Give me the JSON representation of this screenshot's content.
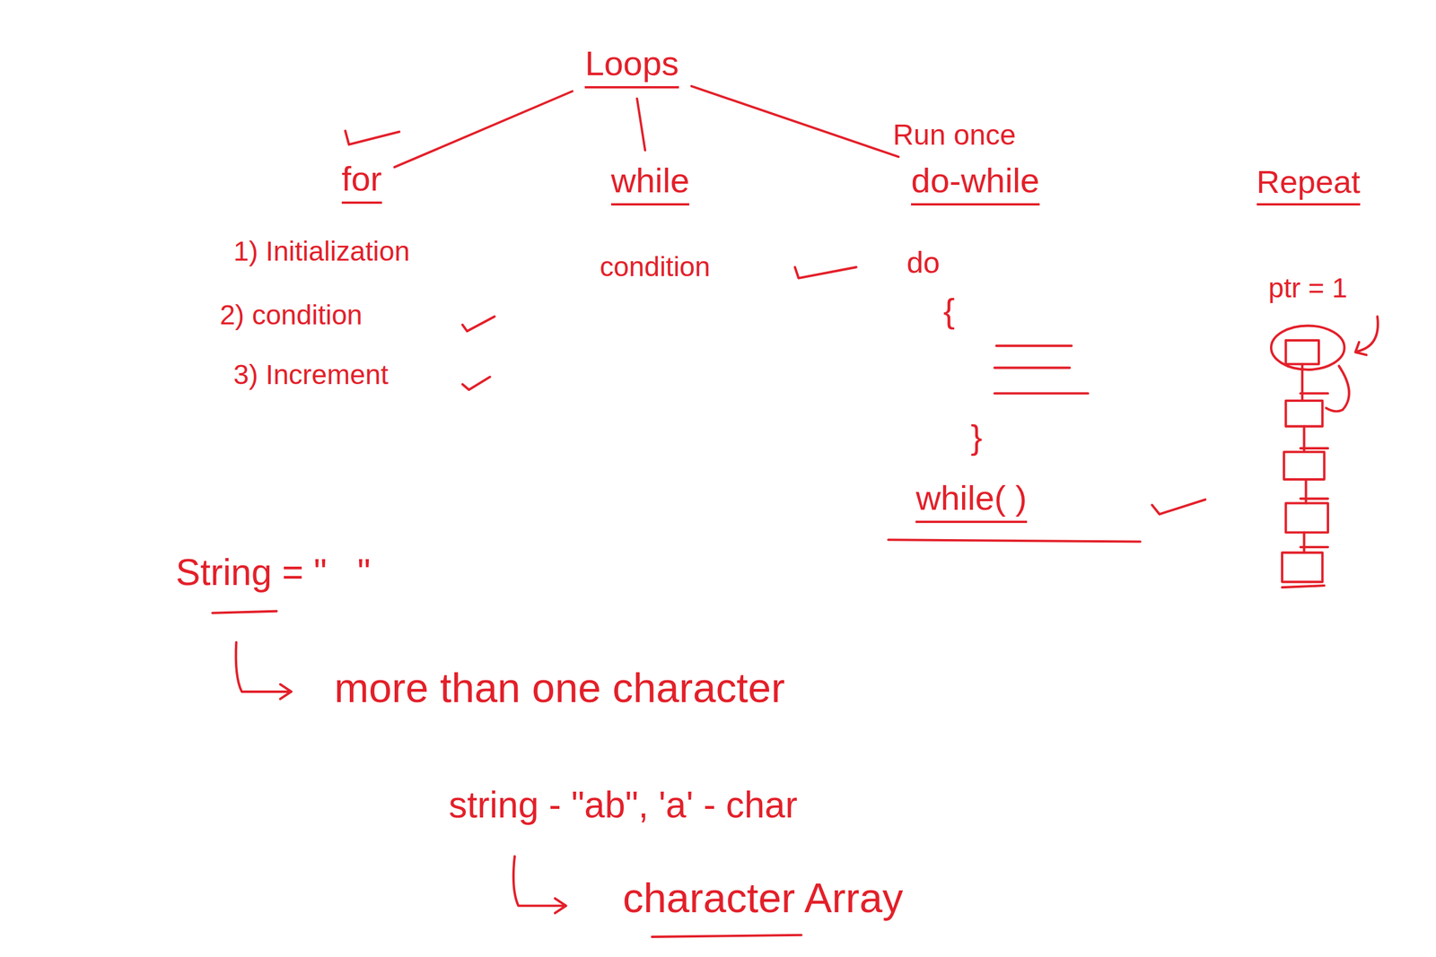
{
  "diagram": {
    "nodes": [
      {
        "text": [
          "Loops"
        ]
      },
      {
        "text": [
          "for"
        ]
      },
      {
        "text": [
          "while"
        ]
      },
      {
        "text": [
          "do-while"
        ]
      }
    ],
    "edges": [
      {
        "from": 0,
        "to": 1,
        "arrow": "none"
      },
      {
        "from": 0,
        "to": 2,
        "arrow": "none"
      },
      {
        "from": 0,
        "to": 3,
        "arrow": "none"
      }
    ],
    "labels": [
      "1) Initialization",
      "2) condition",
      "3) Increment",
      "condition",
      "Run once",
      "do",
      "{",
      "}",
      "while( )",
      "Repeat",
      "ptr = 1",
      "String = \"   \"",
      "more than one character",
      "string - \"ab\", 'a' - char",
      "character Array"
    ]
  }
}
